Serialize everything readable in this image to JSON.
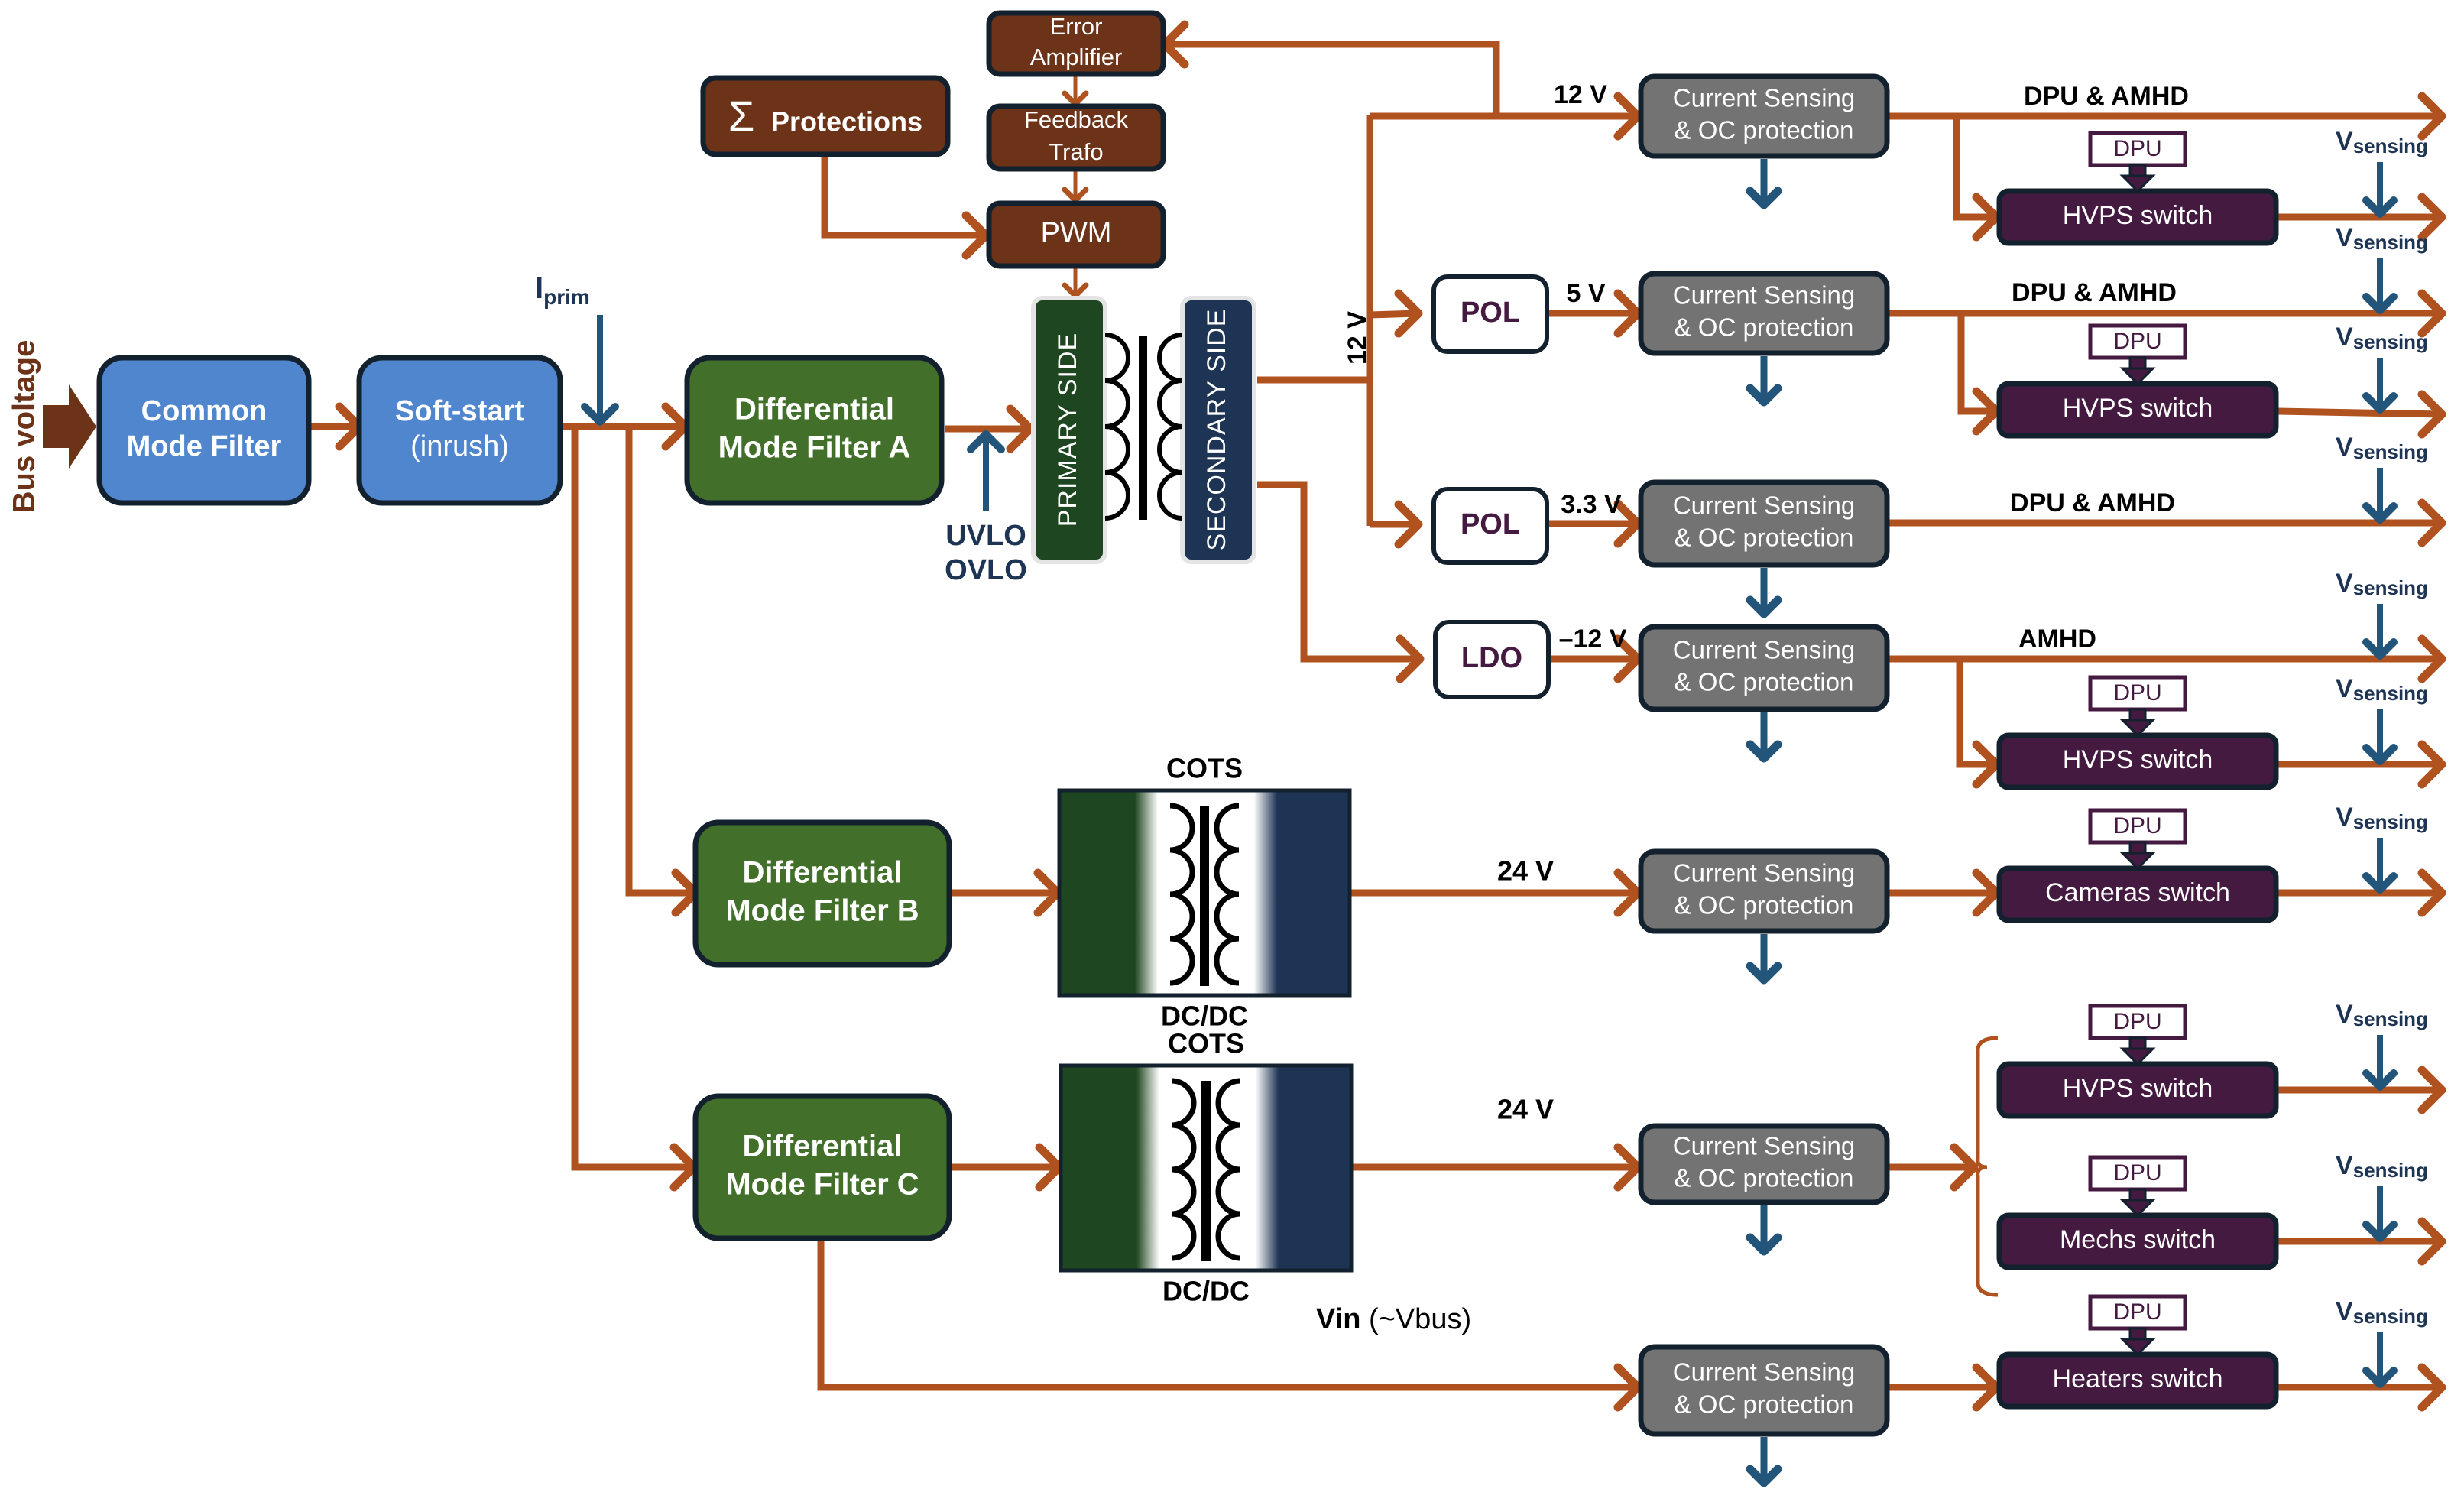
{
  "colors": {
    "wire": "#B0521F",
    "sense": "#23557A",
    "blue_box": "#5086CE",
    "green_box": "#42702A",
    "brown_box": "#6C3318",
    "gray_box": "#737373",
    "purple_box": "#441A40",
    "dark_green": "#1E4620",
    "dark_blue": "#1E3454",
    "outline": "#13212E",
    "pol_text": "#441A40",
    "bus_voltage": "#6C3318",
    "label_dark_blue": "#1E3454"
  },
  "input": {
    "bus_voltage": "Bus voltage"
  },
  "primary_chain": {
    "common_mode_filter": [
      "Common",
      "Mode Filter"
    ],
    "soft_start": [
      "Soft-start",
      "(inrush)"
    ],
    "iprim_main": "I",
    "iprim_sub": "prim",
    "dmf_a": [
      "Differential",
      "Mode Filter A"
    ],
    "dmf_b": [
      "Differential",
      "Mode Filter B"
    ],
    "dmf_c": [
      "Differential",
      "Mode Filter C"
    ],
    "uvlo": "UVLO",
    "ovlo": "OVLO"
  },
  "control": {
    "protections_symbol": "Σ",
    "protections": "Protections",
    "error_amplifier": [
      "Error",
      "Amplifier"
    ],
    "feedback_trafo": [
      "Feedback",
      "Trafo"
    ],
    "pwm": "PWM"
  },
  "transformer": {
    "primary_side": "Primary Side",
    "secondary_side": "Secondary Side",
    "secondary_voltage": "12 V"
  },
  "cots": {
    "top_label": "COTS",
    "bottom_label": "DC/DC"
  },
  "regulators": {
    "pol_1": "POL",
    "pol_2": "POL",
    "ldo": "LDO"
  },
  "rails": [
    {
      "voltage": "12 V",
      "load": "DPU & AMHD"
    },
    {
      "voltage": "5 V",
      "load": "DPU & AMHD"
    },
    {
      "voltage": "3.3 V",
      "load": "DPU & AMHD"
    },
    {
      "voltage": "–12 V",
      "load": "AMHD"
    },
    {
      "voltage": "24 V",
      "load": ""
    },
    {
      "voltage": "24 V",
      "load": ""
    },
    {
      "voltage": "Vin",
      "voltage_suffix": " (~Vbus)",
      "load": ""
    }
  ],
  "current_sensing": [
    "Current Sensing",
    "& OC protection"
  ],
  "switches": {
    "hvps_1": "HVPS switch",
    "hvps_2": "HVPS switch",
    "hvps_3": "HVPS switch",
    "cameras": "Cameras switch",
    "hvps_4": "HVPS switch",
    "mechs": "Mechs switch",
    "heaters": "Heaters switch"
  },
  "dpu_label": "DPU",
  "vsensing_main": "V",
  "vsensing_sub": "sensing"
}
